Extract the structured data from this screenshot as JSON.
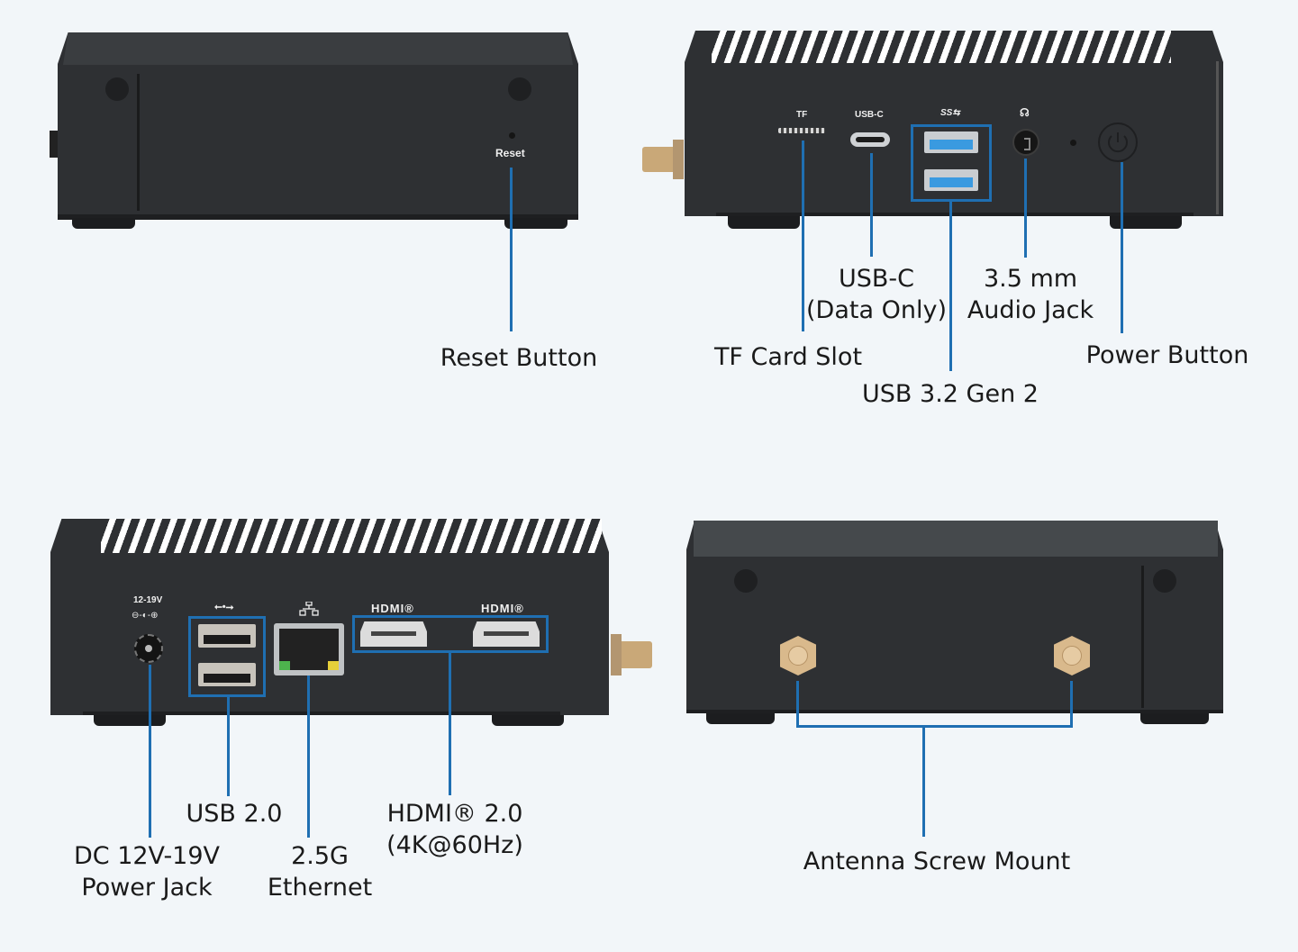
{
  "colors": {
    "background": "#f2f6f9",
    "chassis": "#2e3033",
    "callout_blue": "#1f6fb2",
    "label_text": "#1a1a1a",
    "usb3_blue": "#3a9ae0",
    "antenna_gold": "#d9b98c"
  },
  "views": {
    "side_reset": {
      "device_silkscreen": {
        "reset": "Reset"
      },
      "callouts": [
        {
          "id": "reset-button",
          "lines": [
            "Reset Button"
          ]
        }
      ]
    },
    "front": {
      "device_silkscreen": {
        "tf": "TF",
        "usb_c": "USB-C",
        "usb3_logo": "SS⇆",
        "audio_icon": "headphone-icon"
      },
      "callouts": [
        {
          "id": "tf-card-slot",
          "lines": [
            "TF Card Slot"
          ]
        },
        {
          "id": "usb-c",
          "lines": [
            "USB-C",
            "(Data Only)"
          ]
        },
        {
          "id": "usb-3-2-gen-2",
          "lines": [
            "USB 3.2 Gen 2"
          ]
        },
        {
          "id": "audio-jack",
          "lines": [
            "3.5 mm",
            "Audio Jack"
          ]
        },
        {
          "id": "power-button",
          "lines": [
            "Power Button"
          ]
        }
      ]
    },
    "rear": {
      "device_silkscreen": {
        "dc_voltage": "12-19V",
        "dc_polarity": "⊖-◐-⊕",
        "usb_logo": "⭠•⭢",
        "lan_icon": "network-icon",
        "hdmi_1": "HDMI®",
        "hdmi_2": "HDMI®"
      },
      "callouts": [
        {
          "id": "dc-power-jack",
          "lines": [
            "DC 12V-19V",
            "Power Jack"
          ]
        },
        {
          "id": "usb-2-0",
          "lines": [
            "USB 2.0"
          ]
        },
        {
          "id": "ethernet",
          "lines": [
            "2.5G",
            "Ethernet"
          ]
        },
        {
          "id": "hdmi",
          "lines": [
            "HDMI® 2.0",
            "(4K@60Hz)"
          ]
        }
      ]
    },
    "side_antenna": {
      "callouts": [
        {
          "id": "antenna-screw-mount",
          "lines": [
            "Antenna Screw Mount"
          ]
        }
      ]
    }
  }
}
